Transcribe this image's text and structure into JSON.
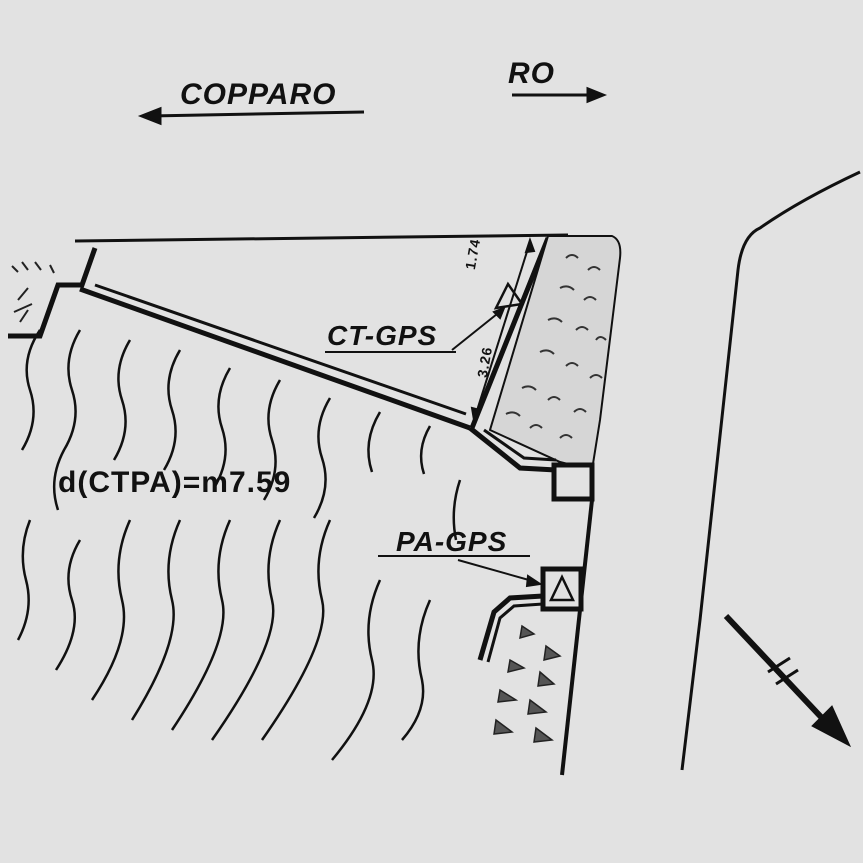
{
  "road_left": {
    "label": "COPPARO",
    "arrow": "arrow-left"
  },
  "road_right": {
    "label": "RO",
    "arrow": "arrow-right"
  },
  "points": {
    "ct": {
      "label": "CT-GPS"
    },
    "pa": {
      "label": "PA-GPS"
    }
  },
  "distance_label": "d(CTPA)=m7.59",
  "dimensions": {
    "d1": "1.74",
    "d2": "3.26"
  },
  "north_arrow": "north-arrow",
  "colors": {
    "background": "#e2e2e2",
    "ink": "#111111",
    "hatch": "#333333"
  }
}
